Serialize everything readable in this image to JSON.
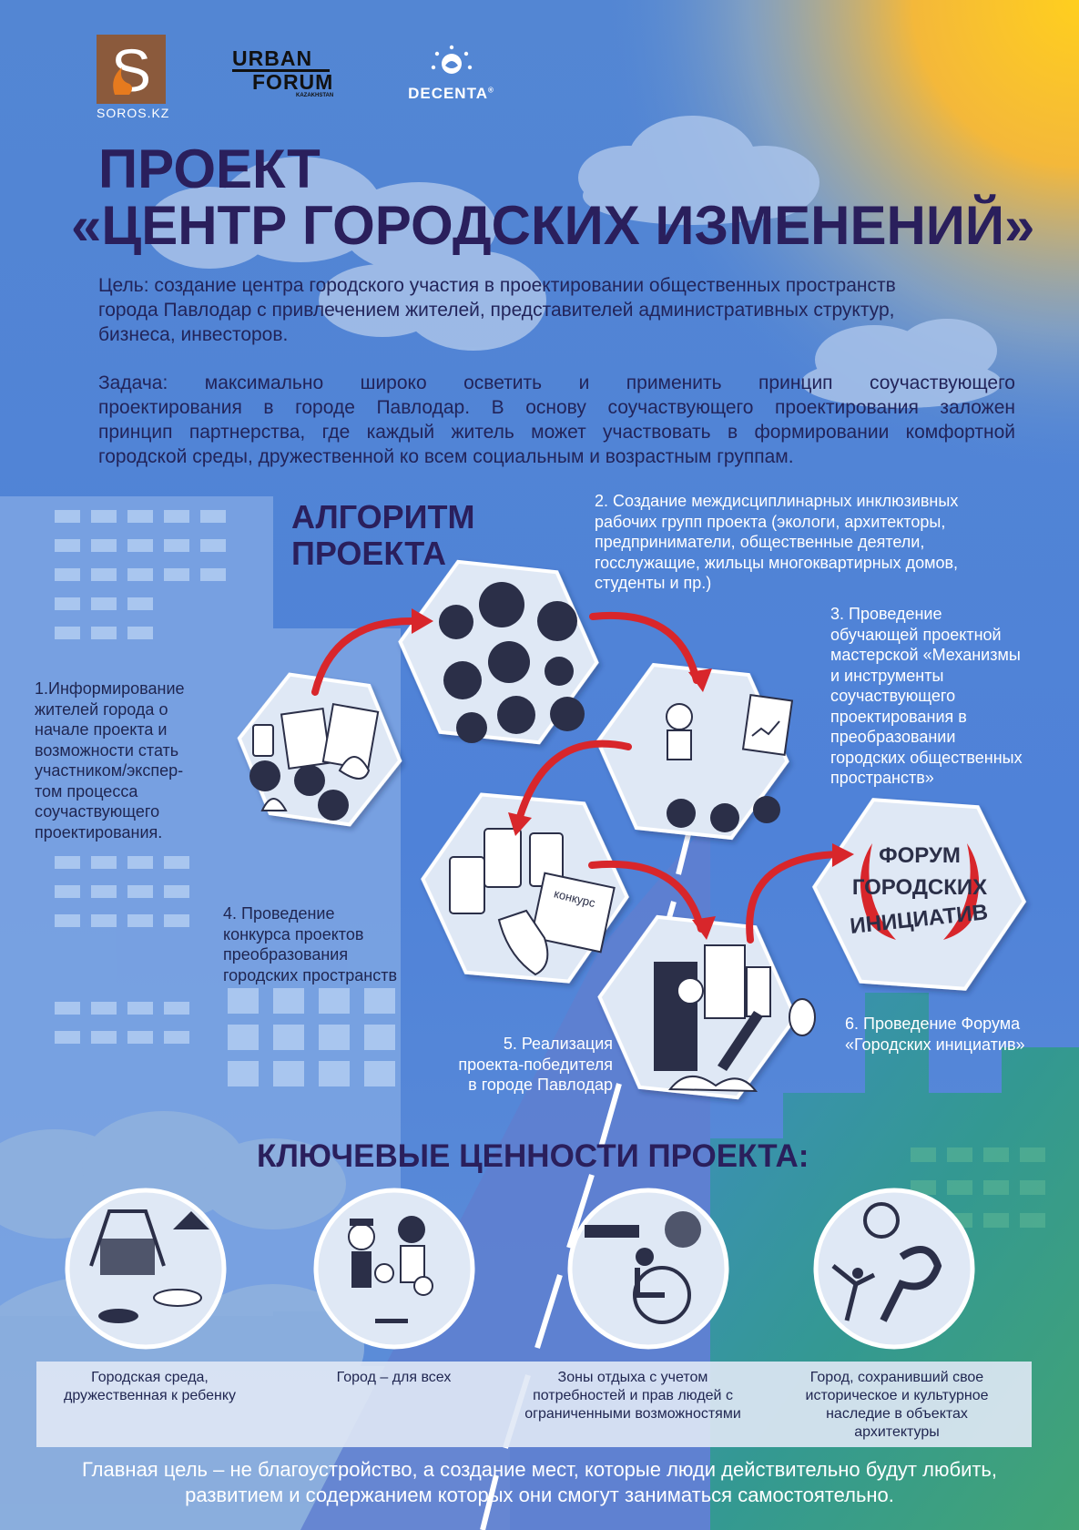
{
  "logos": {
    "soros": {
      "letter": "S",
      "caption": "SOROS.KZ"
    },
    "urban_forum": {
      "line1": "URBAN",
      "line2": "FORUM",
      "sub": "KAZAKHSTAN"
    },
    "decenta": {
      "name": "DECENTA",
      "reg": "®"
    }
  },
  "title": {
    "line1": "ПРОЕКТ",
    "line2": "«ЦЕНТР ГОРОДСКИХ ИЗМЕНЕНИЙ»"
  },
  "goal": {
    "lines": [
      "Цель: создание центра городского  участия в проектировании общественных пространств",
      "города Павлодар с привлечением жителей, представителей административных структур,",
      "бизнеса, инвесторов."
    ]
  },
  "task": {
    "lines": [
      "Задача: максимально широко осветить и применить  принцип соучаствующего",
      "проектирования в городе Павлодар.  В основу соучаствующего проектирования заложен",
      "принцип партнерства, где каждый житель может участвовать в формировании комфортной",
      "городской среды, дружественной ко всем социальным и возрастным группам."
    ]
  },
  "algorithm": {
    "title_line1": "АЛГОРИТМ",
    "title_line2": "ПРОЕКТА",
    "steps": [
      {
        "lines": [
          "1.Информирование",
          "жителей города о",
          "начале проекта и",
          "возможности стать",
          "участником/экспер-",
          "том процесса",
          "соучаствующего",
          "проектирования."
        ]
      },
      {
        "lines": [
          "2. Создание междисциплинарных инклюзивных",
          "рабочих групп проекта (экологи, архитекторы,",
          "предприниматели, общественные деятели,",
          "госслужащие, жильцы многоквартирных домов,",
          "студенты и пр.)"
        ]
      },
      {
        "lines": [
          "3. Проведение",
          "обучающей проектной",
          "мастерской «Механизмы",
          "и инструменты",
          "соучаствующего",
          "проектирования в",
          "преобразовании",
          "городских общественных",
          "пространств»"
        ]
      },
      {
        "lines": [
          "4. Проведение",
          "конкурса проектов",
          "преобразования",
          "городских пространств"
        ]
      },
      {
        "lines": [
          "5. Реализация",
          "проекта-победителя",
          "в городе Павлодар"
        ]
      },
      {
        "lines": [
          "6. Проведение Форума",
          "«Городских инициатив»"
        ]
      }
    ],
    "hex_labels": {
      "contest_sheet": "конкурс",
      "forum_line1": "ФОРУМ",
      "forum_line2": "ГОРОДСКИХ",
      "forum_line3": "ИНИЦИАТИВ"
    }
  },
  "values": {
    "title": "КЛЮЧЕВЫЕ ЦЕННОСТИ ПРОЕКТА:",
    "items": [
      {
        "lines": [
          "Городская среда,",
          "дружественная к ребенку"
        ],
        "icon": "playground-icon"
      },
      {
        "lines": [
          "Город – для всех"
        ],
        "icon": "family-icon"
      },
      {
        "lines": [
          "Зоны отдыха с учетом",
          "потребностей и прав людей с",
          "ограниченными возможностями"
        ],
        "icon": "wheelchair-park-icon"
      },
      {
        "lines": [
          "Город, сохранивший свое",
          "историческое и культурное",
          "наследие в объектах",
          "архитектуры"
        ],
        "icon": "petroglyph-icon"
      }
    ]
  },
  "footer": {
    "line1": "Главная цель – не благоустройство, а создание мест, которые люди действительно будут любить,",
    "line2": "развитием и содержанием которых они смогут заниматься самостоятельно."
  },
  "colors": {
    "sky_top": "#5b8fd6",
    "sun": "#f4b526",
    "title": "#2a1f5c",
    "arrow": "#d8262b",
    "hex_fill": "#dfe8f5",
    "icon_dark": "#2b2f48",
    "grass": "#3aa283",
    "road": "#5a78c8"
  }
}
